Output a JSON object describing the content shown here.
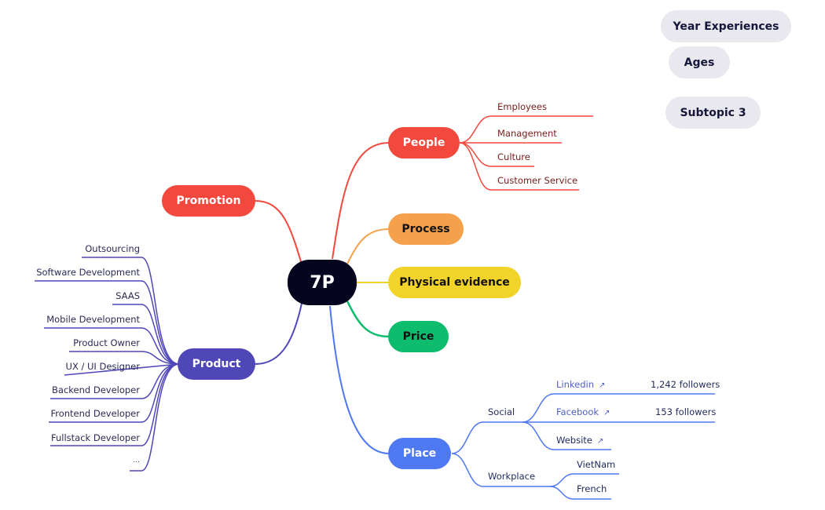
{
  "central": "7P",
  "branches": {
    "promotion": "Promotion",
    "people": "People",
    "process": "Process",
    "physical": "Physical evidence",
    "price": "Price",
    "product": "Product",
    "place": "Place"
  },
  "people_items": [
    "Employees",
    "Management",
    "Culture",
    "Customer Service"
  ],
  "product_items": [
    "Outsourcing",
    "Software Development",
    "SAAS",
    "Mobile Development",
    "Product Owner",
    "UX / UI Designer",
    "Backend Developer",
    "Frontend Developer",
    "Fullstack Developer",
    "..."
  ],
  "place": {
    "social": "Social",
    "workplace": "Workplace",
    "linkedin": "Linkedin",
    "linkedin_followers": "1,242 followers",
    "facebook": "Facebook",
    "facebook_followers": "153 followers",
    "website": "Website",
    "vietnam": "VietNam",
    "french": "French"
  },
  "floating": [
    "Year Experiences",
    "Ages",
    "Subtopic 3"
  ],
  "icons": {
    "external_link": "external-link-icon"
  },
  "colors": {
    "red": "#f3483d",
    "orange": "#f5a04a",
    "yellow": "#f2d32a",
    "green": "#0ebc6e",
    "indigo": "#4f46b8",
    "blue": "#4f78f3",
    "central": "#05051f"
  }
}
